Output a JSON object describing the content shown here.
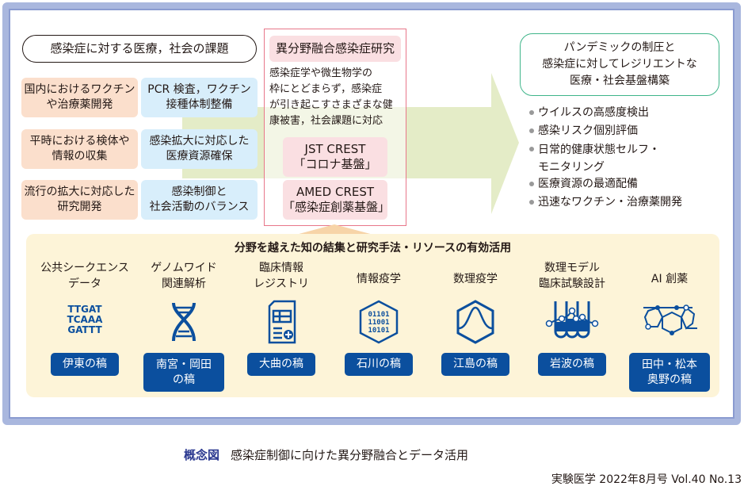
{
  "challenges": {
    "title": "感染症に対する医療，社会の課題",
    "orange_items": [
      "国内におけるワクチン\nや治療薬開発",
      "平時における検体や\n情報の収集",
      "流行の拡大に対応した\n研究開発"
    ],
    "blue_items": [
      "PCR 検査，ワクチン\n接種体制整備",
      "感染拡大に対応した\n医療資源確保",
      "感染制御と\n社会活動のバランス"
    ]
  },
  "research": {
    "title": "異分野融合感染症研究",
    "description": "感染症学や微生物学の\n枠にとどまらず，感染症\nが引き起こすさまざまな健\n康被害，社会課題に対応",
    "programs": [
      "JST CREST\n「コロナ基盤」",
      "AMED CREST\n「感染症創薬基盤」"
    ]
  },
  "goal": {
    "title": "パンデミックの制圧と\n感染症に対してレジリエントな\n医療・社会基盤構築",
    "bullets": [
      "ウイルスの高感度検出",
      "感染リスク個別評価",
      "日常的健康状態セルフ・\nモニタリング",
      "医療資源の最適配備",
      "迅速なワクチン・治療薬開発"
    ]
  },
  "resources": {
    "title": "分野を越えた知の結集と研究手法・リソースの有効活用",
    "columns": [
      {
        "label": "公共シークエンス\nデータ",
        "icon": "dna-sequence-icon",
        "icon_text": [
          "TTGAT",
          "TCAAA",
          "GATTT"
        ],
        "badge": "伊東の稿"
      },
      {
        "label": "ゲノムワイド\n関連解析",
        "icon": "dna-helix-icon",
        "badge": "南宮・岡田\nの稿"
      },
      {
        "label": "臨床情報\nレジストリ",
        "icon": "medical-record-icon",
        "badge": "大曲の稿"
      },
      {
        "label": "情報疫学",
        "icon": "binary-hexagon-icon",
        "icon_text": [
          "01101",
          "11001",
          "10101"
        ],
        "badge": "石川の稿"
      },
      {
        "label": "数理疫学",
        "icon": "epidemic-curve-hexagon-icon",
        "badge": "江島の稿"
      },
      {
        "label": "数理モデル\n臨床試験設計",
        "icon": "test-tubes-icon",
        "badge": "岩波の稿"
      },
      {
        "label": "AI 創薬",
        "icon": "molecule-icon",
        "badge": "田中・松本\n奥野の稿"
      }
    ]
  },
  "caption": {
    "label": "概念図",
    "text": "感染症制御に向けた異分野融合とデータ活用"
  },
  "source": "実験医学 2022年8月号 Vol.40 No.13",
  "colors": {
    "accent_blue": "#0b4f9e",
    "caption_blue": "#2b3990",
    "orange": "#fbdfcc",
    "light_blue": "#d8eefb",
    "pink": "#fadfe2",
    "green_border": "#3fb58a",
    "arrow_green": "#dde8b8",
    "panel_yellow": "#fdf4d8"
  }
}
